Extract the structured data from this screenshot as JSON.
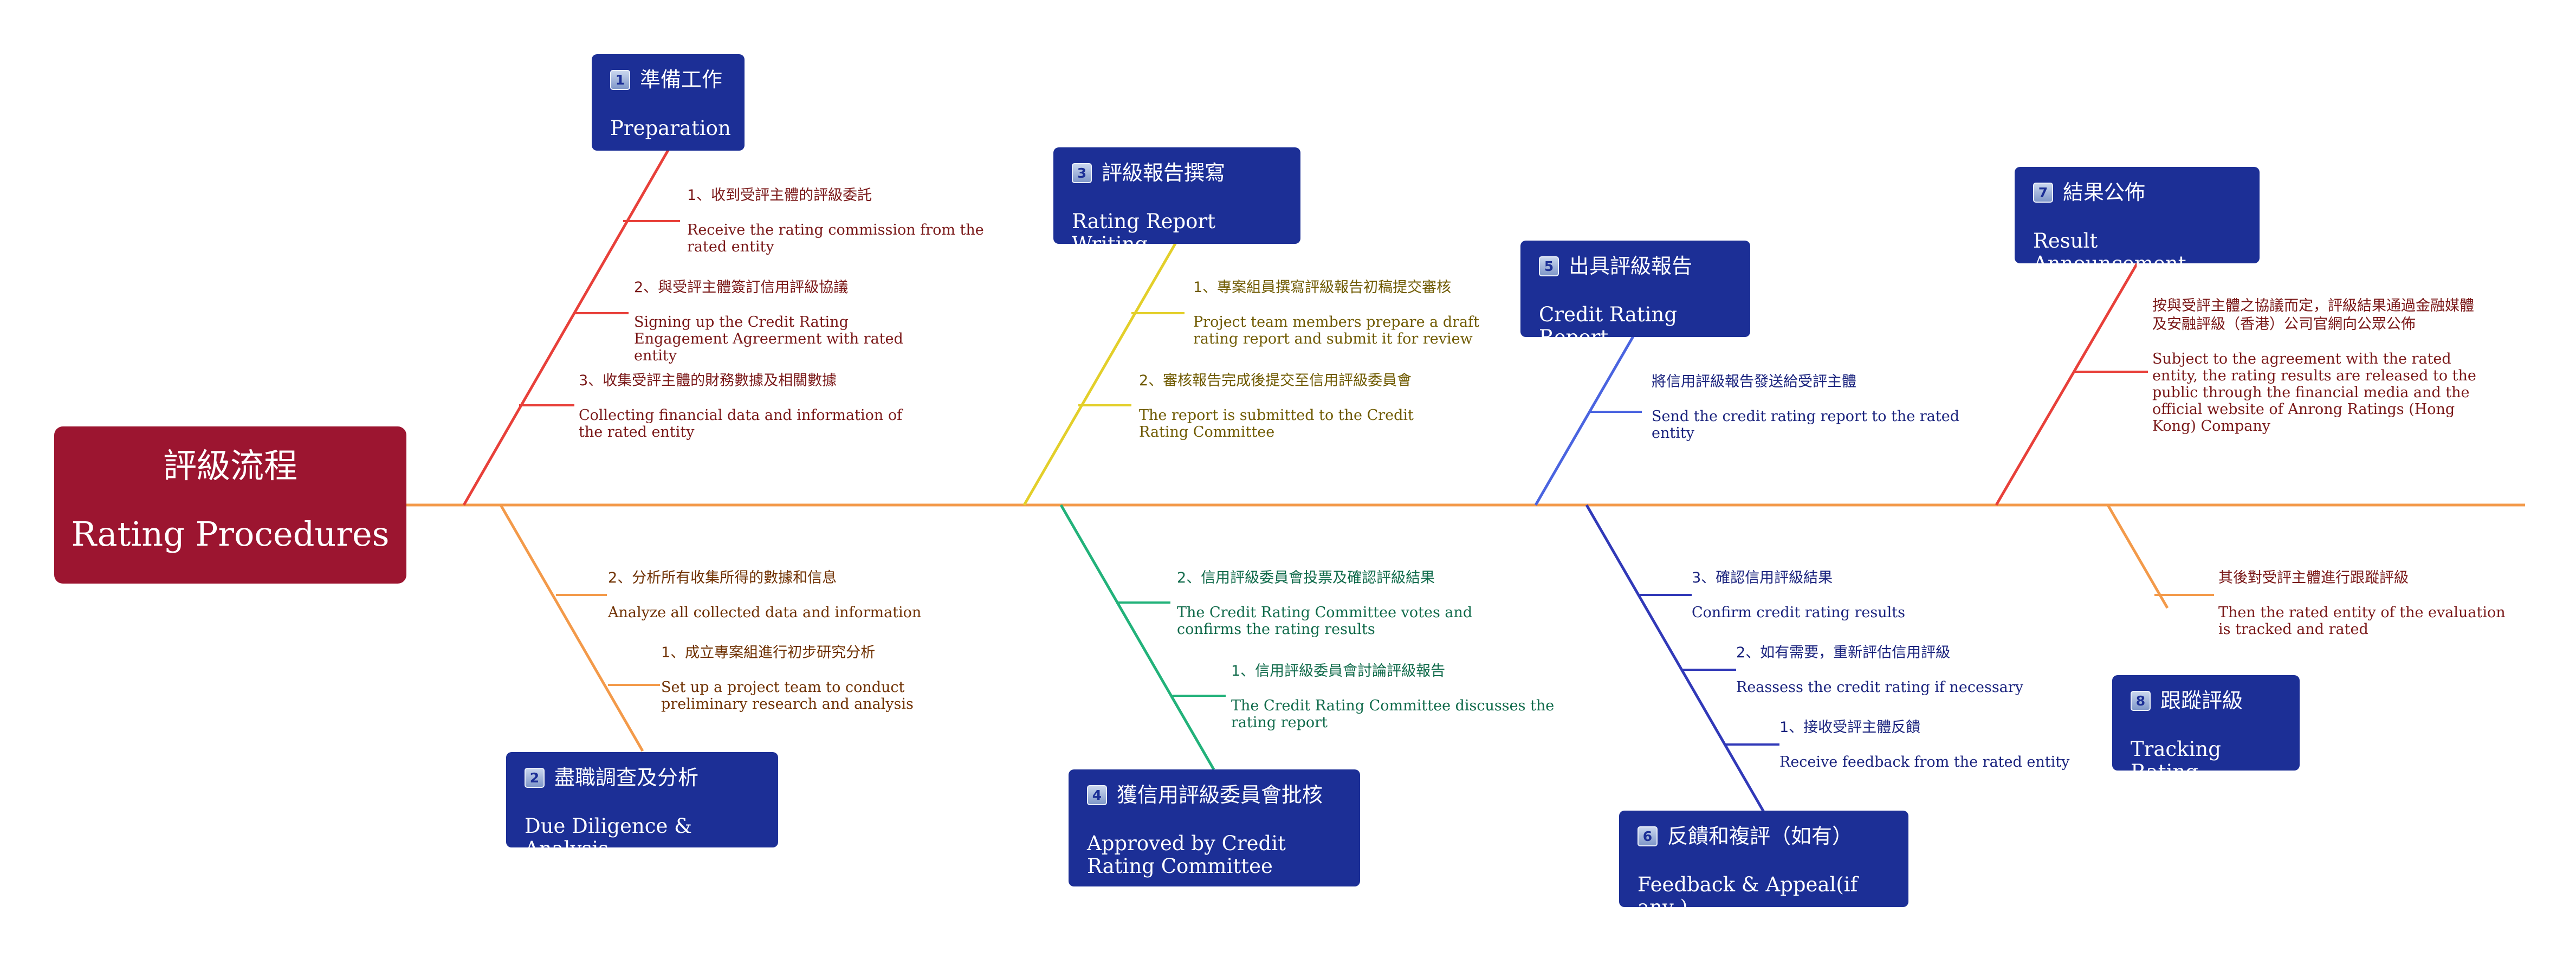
{
  "root": {
    "zh": "評級流程",
    "en": "Rating Procedures"
  },
  "stages": [
    {
      "num": "1",
      "zh": "準備工作",
      "en": "Preparation"
    },
    {
      "num": "2",
      "zh": "盡職調查及分析",
      "en": "Due Diligence & Analysis"
    },
    {
      "num": "3",
      "zh": "評級報告撰寫",
      "en": "Rating Report Writing"
    },
    {
      "num": "4",
      "zh": "獲信用評級委員會批核",
      "en": "Approved by Credit Rating Committee"
    },
    {
      "num": "5",
      "zh": "出具評級報告",
      "en": "Credit Rating Report"
    },
    {
      "num": "6",
      "zh": "反饋和複評（如有）",
      "en": "Feedback & Appeal(if any )"
    },
    {
      "num": "7",
      "zh": "結果公佈",
      "en": "Result Announcement"
    },
    {
      "num": "8",
      "zh": "跟蹤評級",
      "en": "Tracking Rating"
    }
  ],
  "steps": {
    "s1a": {
      "zh": "1、收到受評主體的評級委託",
      "en": "Receive the rating commission from the rated entity"
    },
    "s1b": {
      "zh": "2、與受評主體簽訂信用評級協議",
      "en": "Signing up the Credit Rating Engagement Agreerment with rated entity"
    },
    "s1c": {
      "zh": "3、收集受評主體的財務數據及相關數據",
      "en": "Collecting financial data and information of the rated entity"
    },
    "s2a": {
      "zh": "2、分析所有收集所得的數據和信息",
      "en": "Analyze all collected data and information"
    },
    "s2b": {
      "zh": "1、成立專案組進行初步研究分析",
      "en": "Set up a project team to conduct preliminary research and analysis"
    },
    "s3a": {
      "zh": "1、專案組員撰寫評級報告初稿提交審核",
      "en": "Project team members prepare a draft rating report and submit it for review"
    },
    "s3b": {
      "zh": "2、審核報告完成後提交至信用評級委員會",
      "en": "The report is submitted to the Credit Rating Committee"
    },
    "s4a": {
      "zh": "2、信用評級委員會投票及確認評級結果",
      "en": "The Credit Rating Committee votes and confirms the rating results"
    },
    "s4b": {
      "zh": "1、信用評級委員會討論評級報告",
      "en": "The Credit Rating Committee discusses the rating report"
    },
    "s5a": {
      "zh": "將信用評級報告發送給受評主體",
      "en": "Send the credit rating report to the rated entity"
    },
    "s6a": {
      "zh": "3、確認信用評級結果",
      "en": "Confirm credit rating results"
    },
    "s6b": {
      "zh": "2、如有需要，重新評估信用評級",
      "en": "Reassess the credit rating if necessary"
    },
    "s6c": {
      "zh": "1、接收受評主體反饋",
      "en": "Receive feedback from the rated entity"
    },
    "s7a": {
      "zh": "按與受評主體之協議而定，評級結果通過金融媒體及安融評級（香港）公司官網向公眾公佈",
      "en": "Subject to the agreement with the rated entity, the rating results are released to the public through the financial media and the official website of Anrong Ratings (Hong Kong) Company"
    },
    "s8a": {
      "zh": "其後對受評主體進行跟蹤評級",
      "en": "Then the rated entity of the evaluation is tracked and rated"
    }
  },
  "colors": {
    "spine": "#f39a4a",
    "red": "#e8403a",
    "orange": "#f39a4a",
    "yellow": "#e3cf2a",
    "green": "#22b27a",
    "blue": "#4a64e0",
    "indigo": "#3139b8",
    "text_red": "#7a1818",
    "text_olive": "#6f5a00",
    "text_green": "#0f6a4a",
    "text_navy": "#1a237e"
  }
}
